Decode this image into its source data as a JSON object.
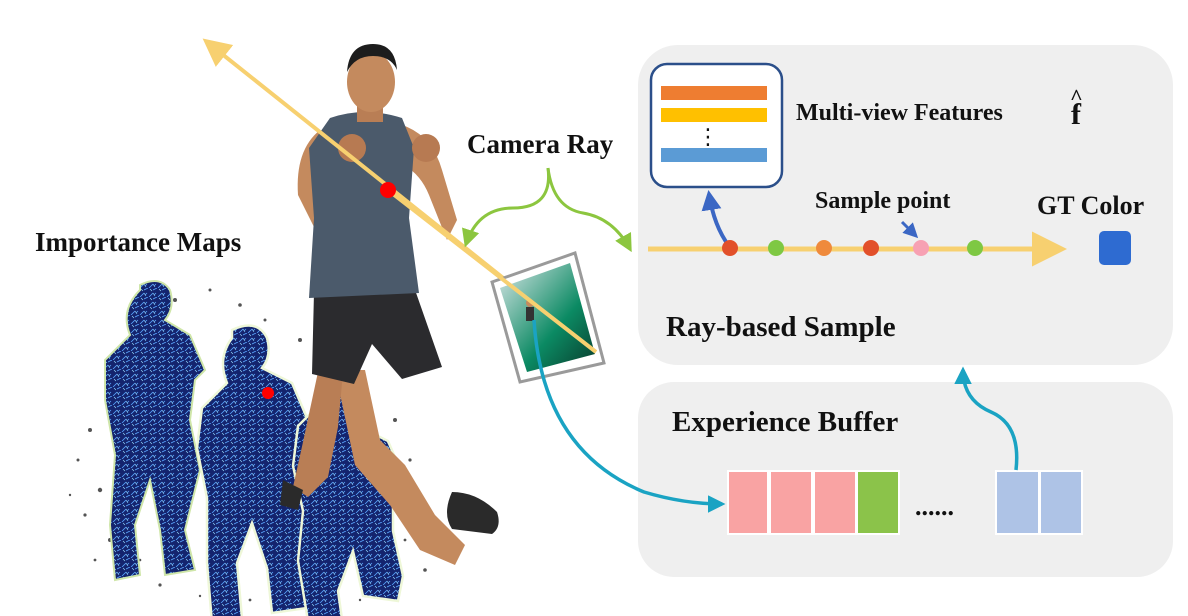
{
  "labels": {
    "importance_maps": "Importance Maps",
    "camera_ray": "Camera Ray",
    "multiview_features": "Multi-view Features",
    "feature_symbol": "f",
    "feature_hat": "^",
    "sample_point": "Sample point",
    "gt_color": "GT Color",
    "ray_based_sample": "Ray-based Sample",
    "experience_buffer": "Experience Buffer",
    "buffer_ellipsis": "......",
    "feature_vdots": "⋮"
  },
  "colors": {
    "panel_bg": "#efefef",
    "ray_yellow": "#f7d070",
    "arrow_green": "#8cc63f",
    "arrow_teal": "#1aa3c3",
    "arrow_blue": "#3b67c4",
    "feature_orange": "#ee7d31",
    "feature_yellow": "#ffc000",
    "feature_blue": "#5b9bd5",
    "gt_blue": "#2e6bd1",
    "buffer_pink": "#f9a3a3",
    "buffer_green": "#8bc34a",
    "buffer_lightblue": "#aec3e6",
    "sample_red": "#e2502a",
    "sample_green": "#7ec843",
    "sample_orange": "#ef8a3c",
    "sample_pink": "#f7a1b3",
    "highlight_red": "#ff0000"
  },
  "sample_points": [
    "red",
    "green",
    "orange",
    "red",
    "pink",
    "green"
  ],
  "feature_bars": [
    "orange",
    "yellow",
    "ellipsis",
    "blue"
  ],
  "buffer_cells": [
    "pink",
    "pink",
    "pink",
    "green",
    "ellipsis",
    "lightblue",
    "lightblue"
  ],
  "icons": {
    "person": "boxer-photo",
    "importance": "importance-map-silhouettes",
    "camera": "camera-image-frame"
  }
}
